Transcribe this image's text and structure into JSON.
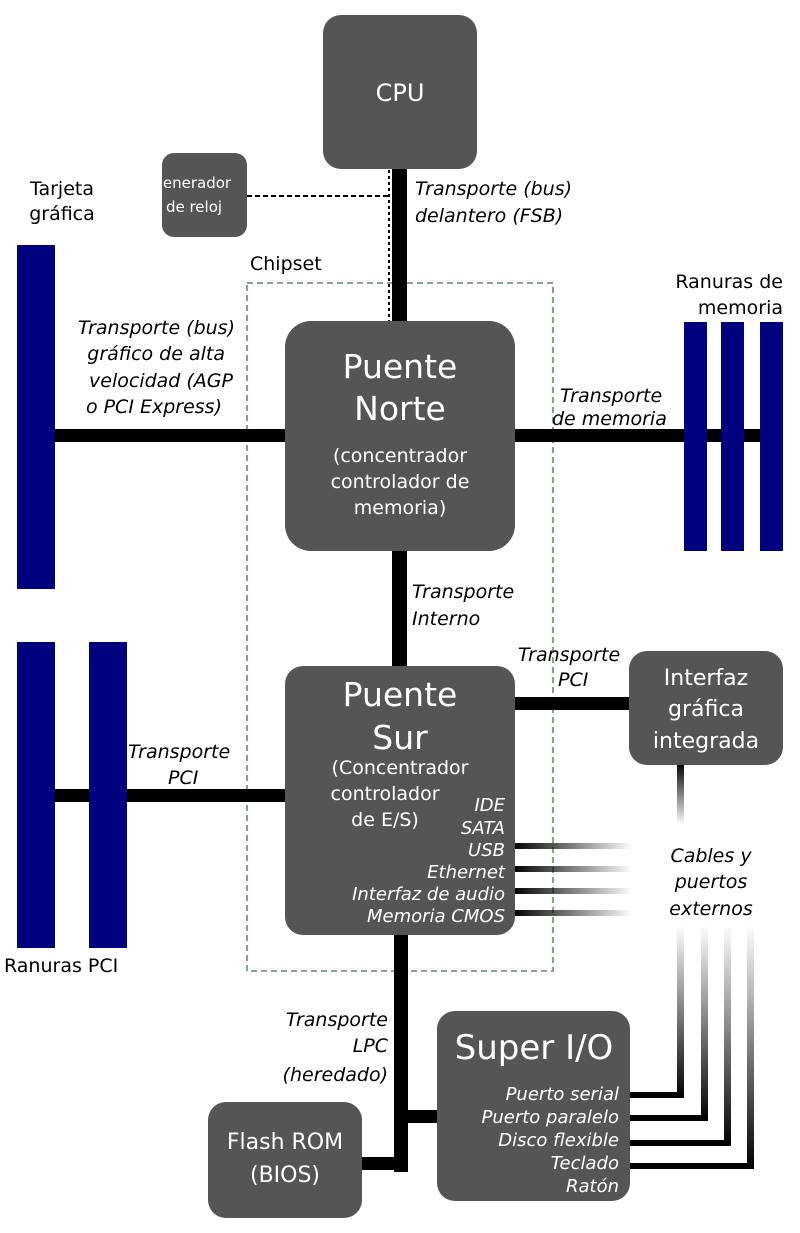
{
  "boxes": {
    "cpu": "CPU",
    "clock": [
      "enerador",
      "de reloj"
    ],
    "north_title": [
      "Puente",
      "Norte"
    ],
    "north_sub": [
      "(concentrador",
      "controlador de",
      "memoria)"
    ],
    "south_title": [
      "Puente",
      "Sur"
    ],
    "south_sub": [
      "(Concentrador",
      "controlador",
      "de E/S)"
    ],
    "south_ports": [
      "IDE",
      "SATA",
      "USB",
      "Ethernet",
      "Interfaz de audio",
      "Memoria CMOS"
    ],
    "igp": [
      "Interfaz",
      "gráfica",
      "integrada"
    ],
    "superio_title": "Super I/O",
    "superio_ports": [
      "Puerto serial",
      "Puerto paralelo",
      "Disco flexible",
      "Teclado",
      "Ratón"
    ],
    "flash": [
      "Flash ROM",
      "(BIOS)"
    ]
  },
  "labels": {
    "graphics_card": [
      "Tarjeta",
      "gráfica"
    ],
    "chipset": "Chipset",
    "memory_slots": [
      "Ranuras de",
      "memoria"
    ],
    "pci_slots": "Ranuras PCI",
    "external": [
      "Cables y",
      "puertos",
      "externos"
    ]
  },
  "buses": {
    "fsb": [
      "Transporte (bus)",
      "delantero (FSB)"
    ],
    "agp": [
      "Transporte (bus)",
      "gráfico de alta",
      "velocidad (AGP",
      "o PCI Express)"
    ],
    "memory": [
      "Transporte",
      "de memoria"
    ],
    "internal": [
      "Transporte",
      "Interno"
    ],
    "pci_right": [
      "Transporte",
      "PCI"
    ],
    "pci_left": [
      "Transporte",
      "PCI"
    ],
    "lpc": [
      "Transporte",
      "LPC",
      "(heredado)"
    ]
  },
  "colors": {
    "box": "#555555",
    "slot": "#00007f",
    "chipset_border": "#5a8a5a"
  }
}
